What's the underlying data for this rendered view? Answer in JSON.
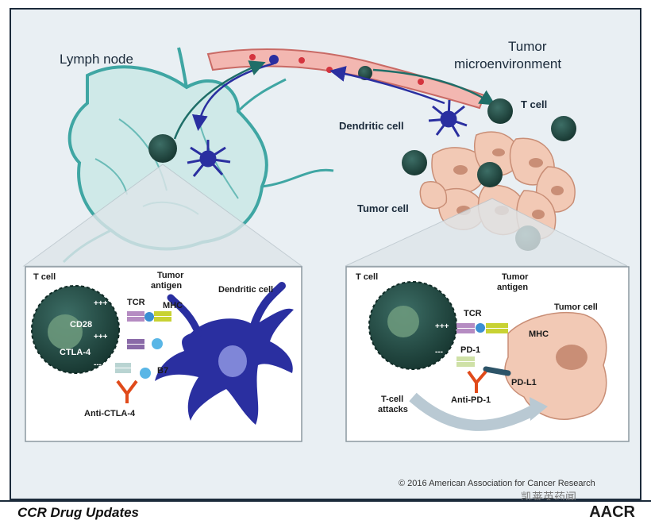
{
  "labels": {
    "lymph_node": "Lymph node",
    "tumor_micro_1": "Tumor",
    "tumor_micro_2": "microenvironment",
    "t_cell_top": "T cell",
    "dendritic_cell_top": "Dendritic cell",
    "tumor_cell_top": "Tumor cell"
  },
  "left_inset": {
    "t_cell": "T cell",
    "tumor_antigen_1": "Tumor",
    "tumor_antigen_2": "antigen",
    "tcr": "TCR",
    "mhc": "MHC",
    "dendritic_cell": "Dendritic cell",
    "cd28": "CD28",
    "plus_1": "+++",
    "plus_2": "+++",
    "ctla4": "CTLA-4",
    "minus": "---",
    "b7": "B7",
    "anti_ctla4": "Anti-CTLA-4"
  },
  "right_inset": {
    "t_cell": "T cell",
    "tumor_antigen_1": "Tumor",
    "tumor_antigen_2": "antigen",
    "tumor_cell": "Tumor cell",
    "tcr": "TCR",
    "plus": "+++",
    "mhc": "MHC",
    "minus": "---",
    "pd1": "PD-1",
    "pdl1": "PD-L1",
    "t_cell_attacks_1": "T-cell",
    "t_cell_attacks_2": "attacks",
    "anti_pd1": "Anti-PD-1"
  },
  "footer": {
    "title": "CCR Drug Updates",
    "copyright": "© 2016 American Association for Cancer Research",
    "logo": "AACR",
    "watermark": "凯莱英药闻"
  },
  "colors": {
    "background": "#e9eff3",
    "lymph_fill": "#cfe9e8",
    "lymph_stroke": "#3fa6a3",
    "tcell": "#1f4a44",
    "dendritic": "#2a2fa0",
    "tumor": "#f2c9b5",
    "vessel": "#f3b7b1",
    "anti_antibody": "#e04a1a"
  }
}
